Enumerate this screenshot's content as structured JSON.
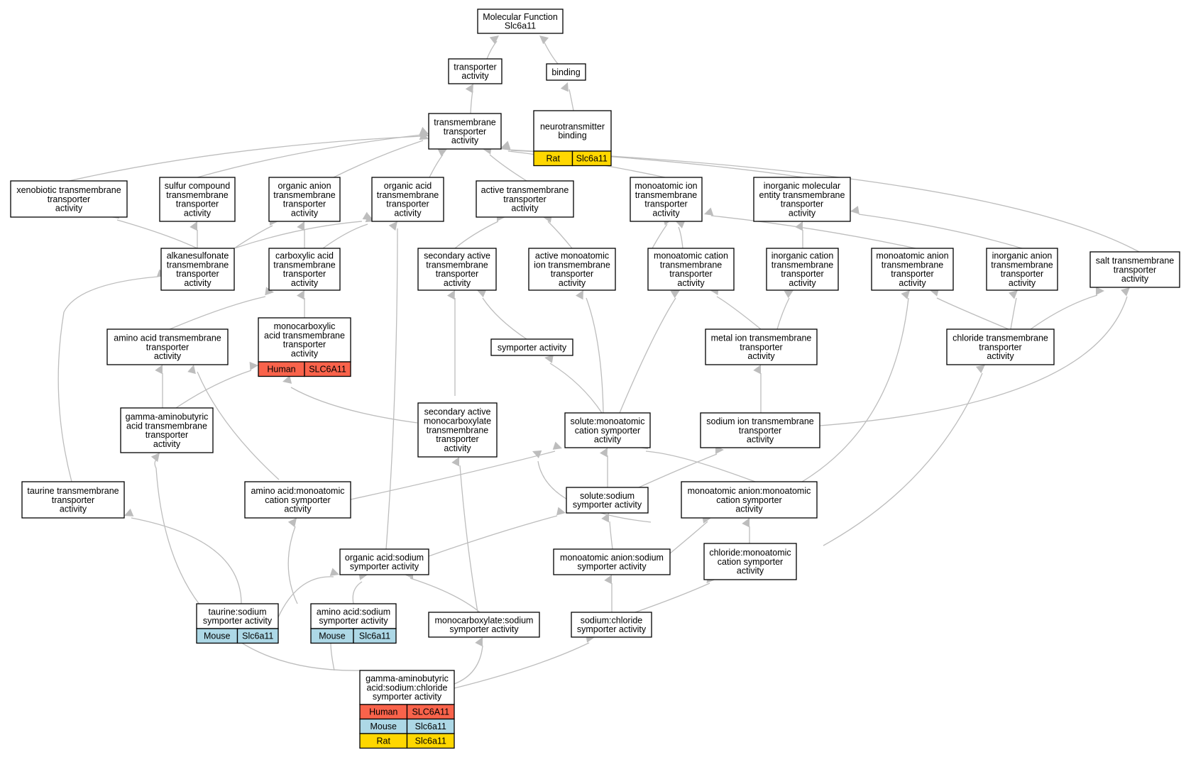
{
  "colors": {
    "edge": "#bdbdbd",
    "Human": "#f9634b",
    "Mouse": "#add8e6",
    "Rat": "#ffd700"
  },
  "nodes": {
    "root": {
      "lines": [
        "Molecular Function",
        "Slc6a11"
      ]
    },
    "transporter": {
      "lines": [
        "transporter",
        "activity"
      ]
    },
    "binding": {
      "lines": [
        "binding"
      ]
    },
    "tmt": {
      "lines": [
        "transmembrane",
        "transporter",
        "activity"
      ]
    },
    "neuro": {
      "lines": [
        "neurotransmitter",
        "binding"
      ],
      "species": [
        {
          "name": "Rat",
          "gene": "Slc6a11"
        }
      ]
    },
    "xeno": {
      "lines": [
        "xenobiotic transmembrane",
        "transporter",
        "activity"
      ]
    },
    "sulfur": {
      "lines": [
        "sulfur compound",
        "transmembrane",
        "transporter",
        "activity"
      ]
    },
    "organic_anion": {
      "lines": [
        "organic anion",
        "transmembrane",
        "transporter",
        "activity"
      ]
    },
    "organic_acid": {
      "lines": [
        "organic acid",
        "transmembrane",
        "transporter",
        "activity"
      ]
    },
    "active_tmt": {
      "lines": [
        "active transmembrane",
        "transporter",
        "activity"
      ]
    },
    "monoatomic_ion": {
      "lines": [
        "monoatomic ion",
        "transmembrane",
        "transporter",
        "activity"
      ]
    },
    "inorganic_mol": {
      "lines": [
        "inorganic molecular",
        "entity transmembrane",
        "transporter",
        "activity"
      ]
    },
    "alkanesulfonate": {
      "lines": [
        "alkanesulfonate",
        "transmembrane",
        "transporter",
        "activity"
      ]
    },
    "carboxylic": {
      "lines": [
        "carboxylic acid",
        "transmembrane",
        "transporter",
        "activity"
      ]
    },
    "secondary_active": {
      "lines": [
        "secondary active",
        "transmembrane",
        "transporter",
        "activity"
      ]
    },
    "active_monoatomic": {
      "lines": [
        "active monoatomic",
        "ion transmembrane",
        "transporter",
        "activity"
      ]
    },
    "monoatomic_cation": {
      "lines": [
        "monoatomic cation",
        "transmembrane",
        "transporter",
        "activity"
      ]
    },
    "inorganic_cation": {
      "lines": [
        "inorganic cation",
        "transmembrane",
        "transporter",
        "activity"
      ]
    },
    "monoatomic_anion": {
      "lines": [
        "monoatomic anion",
        "transmembrane",
        "transporter",
        "activity"
      ]
    },
    "inorganic_anion": {
      "lines": [
        "inorganic anion",
        "transmembrane",
        "transporter",
        "activity"
      ]
    },
    "salt": {
      "lines": [
        "salt transmembrane",
        "transporter",
        "activity"
      ]
    },
    "amino_acid_tmt": {
      "lines": [
        "amino acid transmembrane",
        "transporter",
        "activity"
      ]
    },
    "monocarboxylic": {
      "lines": [
        "monocarboxylic",
        "acid transmembrane",
        "transporter",
        "activity"
      ],
      "species": [
        {
          "name": "Human",
          "gene": "SLC6A11"
        }
      ]
    },
    "symporter": {
      "lines": [
        "symporter activity"
      ]
    },
    "metal_ion": {
      "lines": [
        "metal ion transmembrane",
        "transporter",
        "activity"
      ]
    },
    "chloride_tmt": {
      "lines": [
        "chloride transmembrane",
        "transporter",
        "activity"
      ]
    },
    "gaba_tmt": {
      "lines": [
        "gamma-aminobutyric",
        "acid transmembrane",
        "transporter",
        "activity"
      ]
    },
    "secondary_monocarboxylate": {
      "lines": [
        "secondary active",
        "monocarboxylate",
        "transmembrane",
        "transporter",
        "activity"
      ]
    },
    "solute_monoatomic_cation": {
      "lines": [
        "solute:monoatomic",
        "cation symporter",
        "activity"
      ]
    },
    "sodium_ion_tmt": {
      "lines": [
        "sodium ion transmembrane",
        "transporter",
        "activity"
      ]
    },
    "taurine_tmt": {
      "lines": [
        "taurine transmembrane",
        "transporter",
        "activity"
      ]
    },
    "amino_acid_monoatomic": {
      "lines": [
        "amino acid:monoatomic",
        "cation symporter",
        "activity"
      ]
    },
    "solute_sodium": {
      "lines": [
        "solute:sodium",
        "symporter activity"
      ]
    },
    "monoatomic_anion_cation": {
      "lines": [
        "monoatomic anion:monoatomic",
        "cation symporter",
        "activity"
      ]
    },
    "organic_acid_sodium": {
      "lines": [
        "organic acid:sodium",
        "symporter activity"
      ]
    },
    "monoatomic_anion_sodium": {
      "lines": [
        "monoatomic anion:sodium",
        "symporter activity"
      ]
    },
    "chloride_monoatomic": {
      "lines": [
        "chloride:monoatomic",
        "cation symporter",
        "activity"
      ]
    },
    "taurine_sodium": {
      "lines": [
        "taurine:sodium",
        "symporter activity"
      ],
      "species": [
        {
          "name": "Mouse",
          "gene": "Slc6a11"
        }
      ]
    },
    "amino_acid_sodium": {
      "lines": [
        "amino acid:sodium",
        "symporter activity"
      ],
      "species": [
        {
          "name": "Mouse",
          "gene": "Slc6a11"
        }
      ]
    },
    "monocarboxylate_sodium": {
      "lines": [
        "monocarboxylate:sodium",
        "symporter activity"
      ]
    },
    "sodium_chloride": {
      "lines": [
        "sodium:chloride",
        "symporter activity"
      ]
    },
    "gaba_sodium_chloride": {
      "lines": [
        "gamma-aminobutyric",
        "acid:sodium:chloride",
        "symporter activity"
      ],
      "species": [
        {
          "name": "Human",
          "gene": "SLC6A11"
        },
        {
          "name": "Mouse",
          "gene": "Slc6a11"
        },
        {
          "name": "Rat",
          "gene": "Slc6a11"
        }
      ]
    }
  }
}
